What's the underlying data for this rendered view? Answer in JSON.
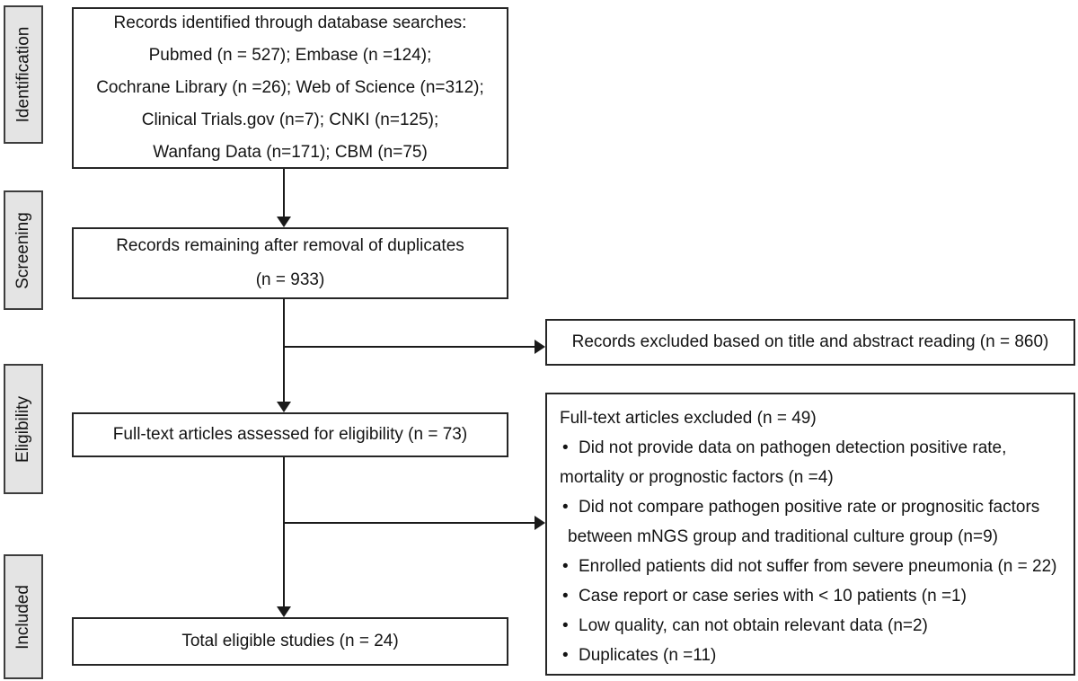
{
  "stages": {
    "identification": "Identification",
    "screening": "Screening",
    "eligibility": "Eligibility",
    "included": "Included"
  },
  "boxes": {
    "records_identified": {
      "lines": [
        "Records identified through database searches:",
        "Pubmed (n = 527); Embase (n =124);",
        "Cochrane Library (n =26); Web of Science (n=312);",
        "Clinical Trials.gov (n=7); CNKI (n=125);",
        "Wanfang Data (n=171); CBM (n=75)"
      ]
    },
    "duplicates_removed": {
      "lines": [
        "Records remaining after removal of duplicates",
        "(n = 933)"
      ]
    },
    "records_excluded": {
      "text": "Records excluded based on title and abstract reading (n = 860)"
    },
    "fulltext_assessed": {
      "text": "Full-text articles assessed for eligibility (n = 73)"
    },
    "fulltext_excluded": {
      "lines": [
        {
          "type": "heading",
          "text": "Full-text articles excluded (n = 49)"
        },
        {
          "type": "bullet",
          "text": "Did not provide data on pathogen detection positive rate,"
        },
        {
          "type": "continuation",
          "text": "mortality or prognostic factors (n =4)"
        },
        {
          "type": "bullet",
          "text": "Did not compare pathogen positive rate or prognositic factors"
        },
        {
          "type": "continuation-indent",
          "text": "between mNGS group and traditional culture group (n=9)"
        },
        {
          "type": "bullet",
          "text": "Enrolled patients did not suffer from severe pneumonia (n = 22)"
        },
        {
          "type": "bullet",
          "text": "Case report or case series with < 10 patients (n =1)"
        },
        {
          "type": "bullet",
          "text": "Low quality, can not obtain relevant data (n=2)"
        },
        {
          "type": "bullet",
          "text": "Duplicates (n =11)"
        }
      ]
    },
    "total_eligible": {
      "text": "Total eligible studies (n = 24)"
    }
  },
  "glyphs": {
    "bullet": "•"
  },
  "colors": {
    "stage_fill": "#e4e4e4",
    "stage_border": "#3d3d3d",
    "box_border": "#262626",
    "line": "#1a1a1a",
    "text": "#141414",
    "background": "#ffffff"
  }
}
